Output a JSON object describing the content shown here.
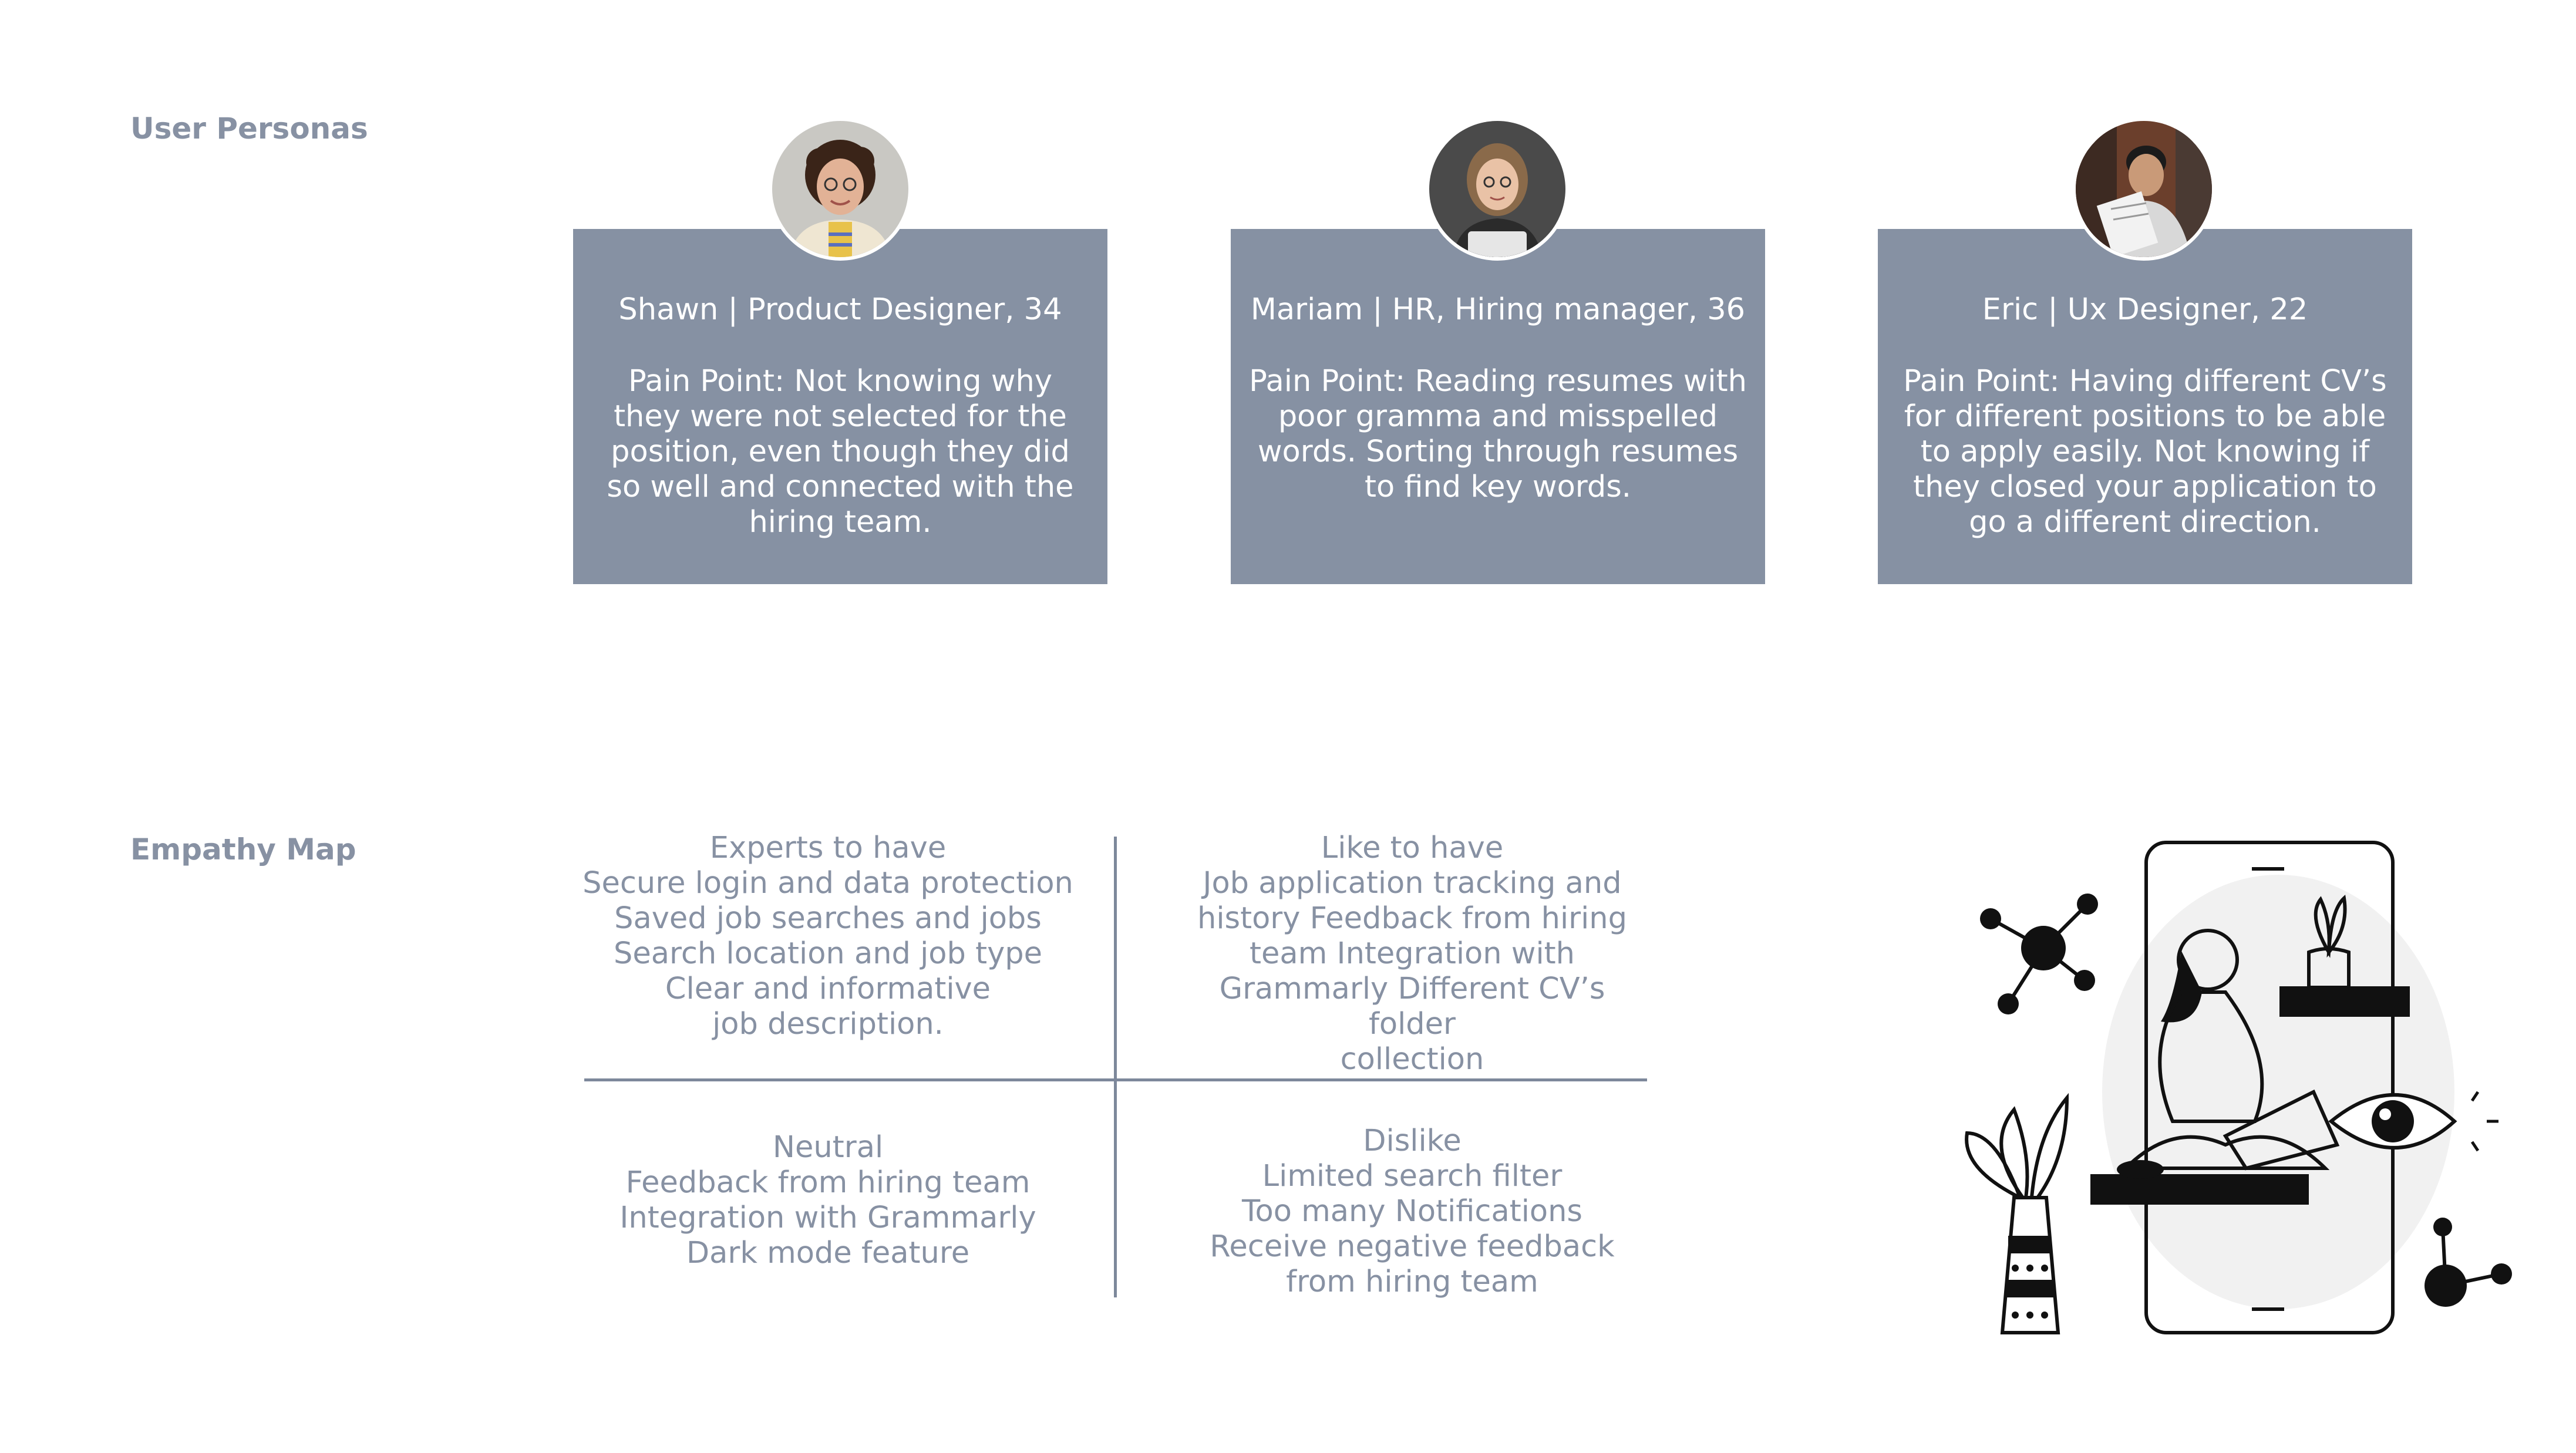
{
  "user_personas": {
    "title": "User Personas",
    "personas": [
      {
        "name": "Shawn | Product Designer, 34",
        "pain_point": "Pain Point: Not knowing why they were not selected for the position, even though they did so well and connected with the hiring team."
      },
      {
        "name": "Mariam | HR, Hiring manager, 36",
        "pain_point": "Pain Point: Reading resumes with poor gramma and misspelled words. Sorting through resumes to find key words."
      },
      {
        "name": "Eric | Ux Designer, 22",
        "pain_point": "Pain Point: Having different CV’s for different positions to be able to apply easily. Not knowing if they closed your application to go a different direction."
      }
    ]
  },
  "empathy_map": {
    "title": "Empathy Map",
    "quadrants": {
      "top_left": "Experts to have\nSecure login and data protection\nSaved job searches and jobs\nSearch location and job type\nClear and informative\njob description.",
      "top_right": "Like to have\nJob application tracking and\nhistory Feedback from hiring\nteam Integration with\nGrammarly Different CV’s folder\ncollection",
      "bottom_left": "Neutral\nFeedback from hiring team\nIntegration with Grammarly\nDark mode feature",
      "bottom_right": "Dislike\nLimited search filter\nToo many Notifications\nReceive negative feedback\nfrom hiring team"
    }
  },
  "colors": {
    "card": "#8691a3",
    "heading": "#8791a3",
    "divider": "#7d889b"
  },
  "icons": [
    "avatar-shawn",
    "avatar-mariam",
    "avatar-eric",
    "person-with-laptop-illustration"
  ]
}
